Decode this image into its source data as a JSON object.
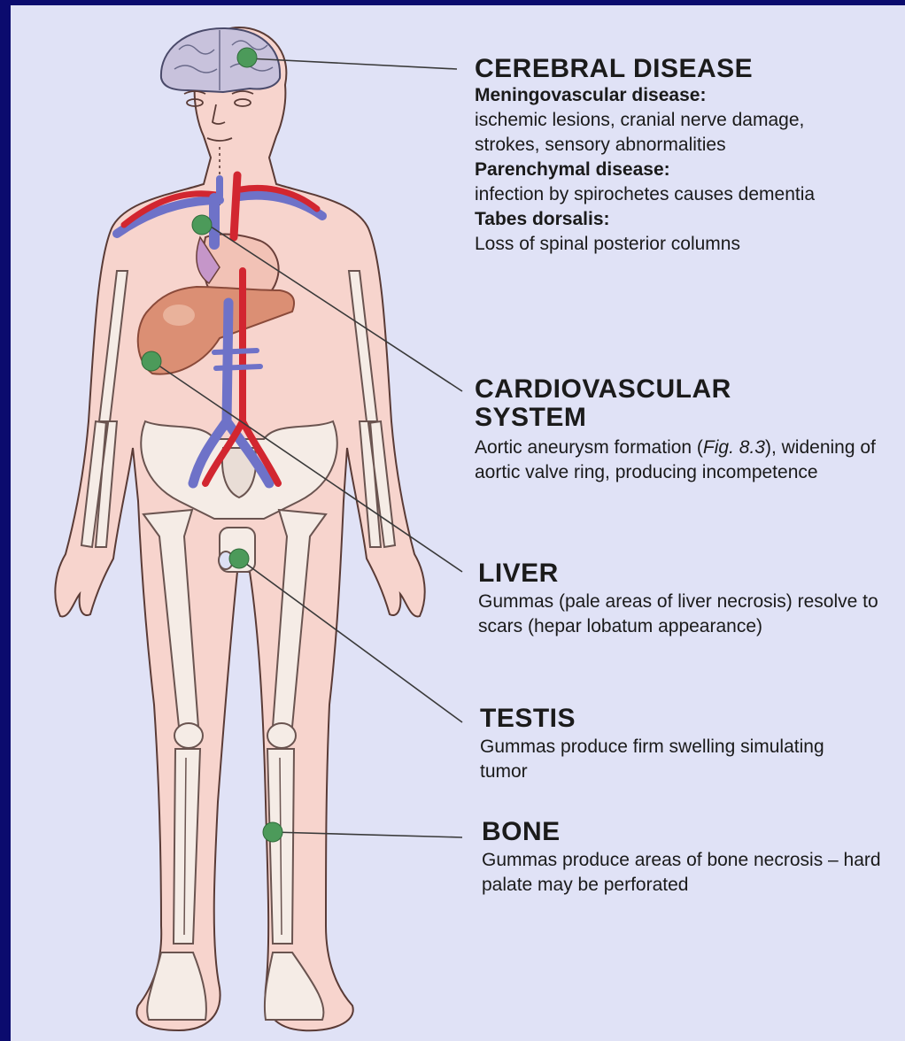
{
  "sections": {
    "cerebral": {
      "heading": "CEREBRAL DISEASE",
      "items": [
        {
          "subheading": "Meningovascular disease:",
          "text": "ischemic lesions, cranial nerve damage, strokes, sensory abnormalities"
        },
        {
          "subheading": "Parenchymal disease:",
          "text": "infection by spirochetes causes dementia"
        },
        {
          "subheading": "Tabes dorsalis:",
          "text": "Loss of spinal posterior columns"
        }
      ]
    },
    "cardiovascular": {
      "heading_line1": "CARDIOVASCULAR",
      "heading_line2": "SYSTEM",
      "text_pre": "Aortic aneurysm formation (",
      "fig_ref": "Fig. 8.3",
      "text_post": "), widening of aortic valve ring, producing incompetence"
    },
    "liver": {
      "heading": "LIVER",
      "text": "Gummas (pale areas of liver necrosis) resolve to scars (hepar lobatum appearance)"
    },
    "testis": {
      "heading": "TESTIS",
      "text": "Gummas produce firm swelling simulating tumor"
    },
    "bone": {
      "heading": "BONE",
      "text": "Gummas produce areas of bone necrosis – hard palate may be perforated"
    }
  },
  "colors": {
    "border": "#0b0b6e",
    "background": "#e0e2f6",
    "skin": "#f7d4cd",
    "lesion_dot": "#4c9a5a",
    "artery": "#d22630",
    "vein": "#6e72c8",
    "liver": "#db8f74"
  }
}
